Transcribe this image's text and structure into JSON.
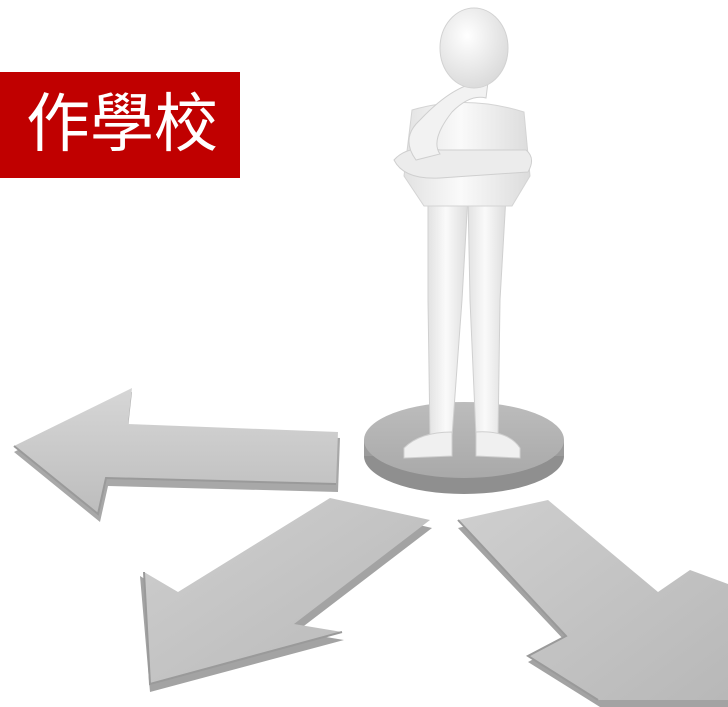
{
  "banner": {
    "text": "作學校",
    "background_color": "#c00000",
    "text_color": "#ffffff"
  },
  "scene": {
    "figure": "thinking-person-figure",
    "arrows": [
      "arrow-left",
      "arrow-down-left",
      "arrow-down-right"
    ],
    "arrow_color": "#c4c4c4",
    "figure_color": "#f3f3f3"
  }
}
